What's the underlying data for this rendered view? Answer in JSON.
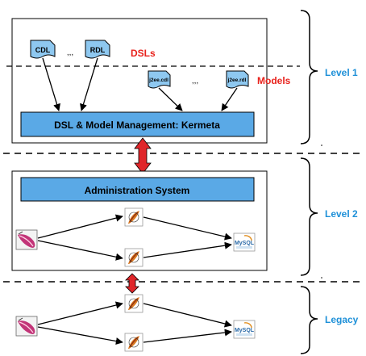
{
  "levels": [
    {
      "label": "Level 1"
    },
    {
      "label": "Level 2"
    },
    {
      "label": "Legacy"
    }
  ],
  "colors": {
    "box_fill": "#5aa9e6",
    "doc_fill": "#8ec8f0",
    "red_label": "#e8211b",
    "level_label": "#1e90d8",
    "arrow_red": "#e0262a"
  },
  "level1": {
    "dsl_docs": [
      {
        "label": "CDL"
      },
      {
        "label": "RDL"
      }
    ],
    "dsl_ellipsis": ",,,",
    "dsl_label": "DSLs",
    "model_docs": [
      {
        "label": "j2ee.cdl"
      },
      {
        "label": "j2ee.rdl"
      }
    ],
    "model_ellipsis": ",,,",
    "model_label": "Models",
    "kermeta_label": "DSL & Model Management: Kermeta"
  },
  "level2": {
    "admin_label": "Administration System",
    "mysql_label": "MySQL"
  },
  "legacy": {
    "mysql_label": "MySQL"
  }
}
